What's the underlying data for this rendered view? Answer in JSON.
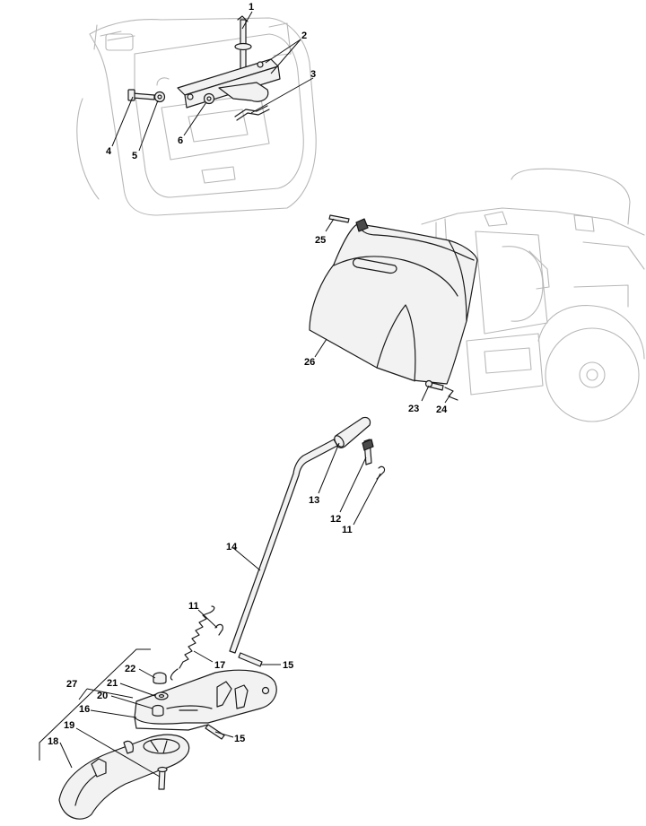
{
  "callouts": [
    {
      "id": "c1",
      "text": "1"
    },
    {
      "id": "c2",
      "text": "2"
    },
    {
      "id": "c3",
      "text": "3"
    },
    {
      "id": "c4",
      "text": "4"
    },
    {
      "id": "c5",
      "text": "5"
    },
    {
      "id": "c6",
      "text": "6"
    },
    {
      "id": "c25",
      "text": "25"
    },
    {
      "id": "c26",
      "text": "26"
    },
    {
      "id": "c23",
      "text": "23"
    },
    {
      "id": "c24",
      "text": "24"
    },
    {
      "id": "c13",
      "text": "13"
    },
    {
      "id": "c12",
      "text": "12"
    },
    {
      "id": "c11a",
      "text": "11"
    },
    {
      "id": "c14",
      "text": "14"
    },
    {
      "id": "c11b",
      "text": "11"
    },
    {
      "id": "c17",
      "text": "17"
    },
    {
      "id": "c15a",
      "text": "15"
    },
    {
      "id": "c27",
      "text": "27"
    },
    {
      "id": "c22",
      "text": "22"
    },
    {
      "id": "c21",
      "text": "21"
    },
    {
      "id": "c20",
      "text": "20"
    },
    {
      "id": "c16",
      "text": "16"
    },
    {
      "id": "c15b",
      "text": "15"
    },
    {
      "id": "c19",
      "text": "19"
    },
    {
      "id": "c18",
      "text": "18"
    }
  ]
}
